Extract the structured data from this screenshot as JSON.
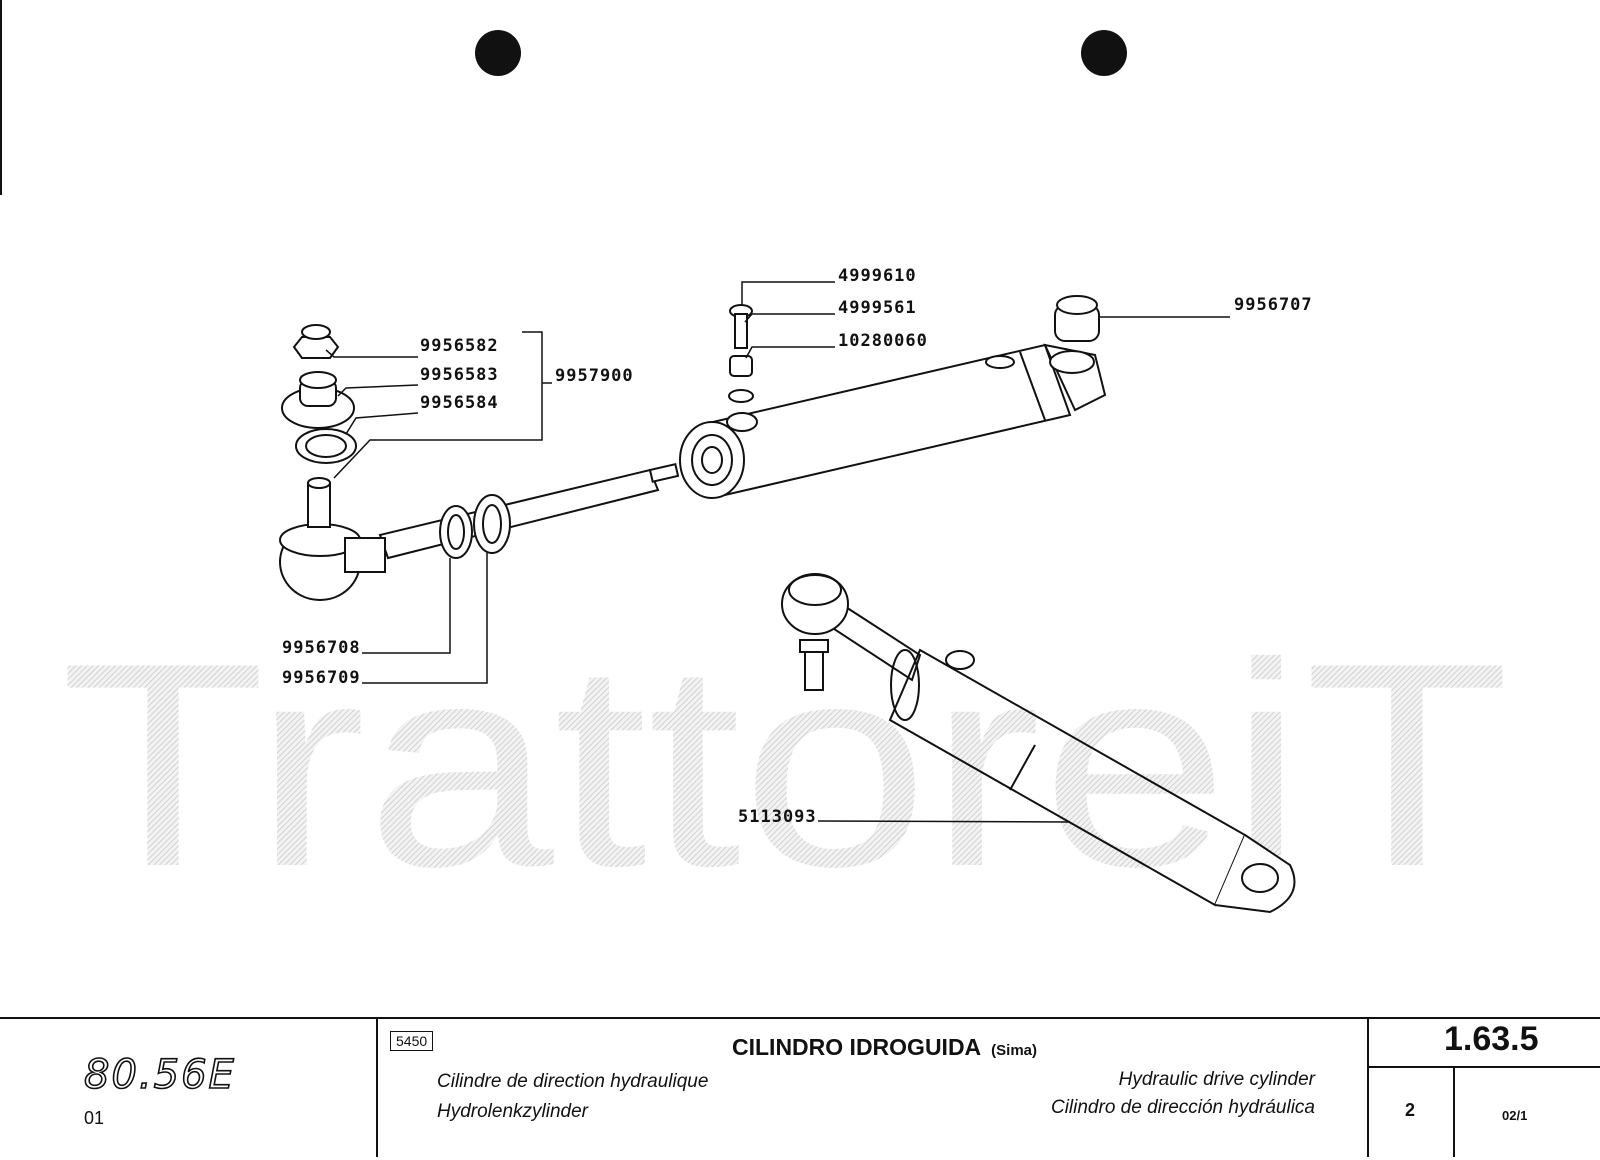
{
  "watermark": "TrattoreiT",
  "parts": [
    {
      "id": "p1",
      "number": "4999610"
    },
    {
      "id": "p2",
      "number": "4999561"
    },
    {
      "id": "p3",
      "number": "10280060"
    },
    {
      "id": "p4",
      "number": "9956707"
    },
    {
      "id": "p5",
      "number": "9956582"
    },
    {
      "id": "p6",
      "number": "9956583"
    },
    {
      "id": "p7",
      "number": "9956584"
    },
    {
      "id": "p8",
      "number": "9957900"
    },
    {
      "id": "p9",
      "number": "9956708"
    },
    {
      "id": "p10",
      "number": "9956709"
    },
    {
      "id": "p11",
      "number": "5113093"
    }
  ],
  "footer": {
    "model": "80.56E",
    "variant": "01",
    "code": "5450",
    "title_it": "CILINDRO IDROGUIDA",
    "title_note": "(Sima)",
    "title_fr": "Cilindre de direction hydraulique",
    "title_de": "Hydrolenkzylinder",
    "title_en": "Hydraulic drive cylinder",
    "title_es": "Cilindro de dirección hydráulica",
    "ref": "1.63.5",
    "sheet": "2",
    "page": "02/1"
  }
}
